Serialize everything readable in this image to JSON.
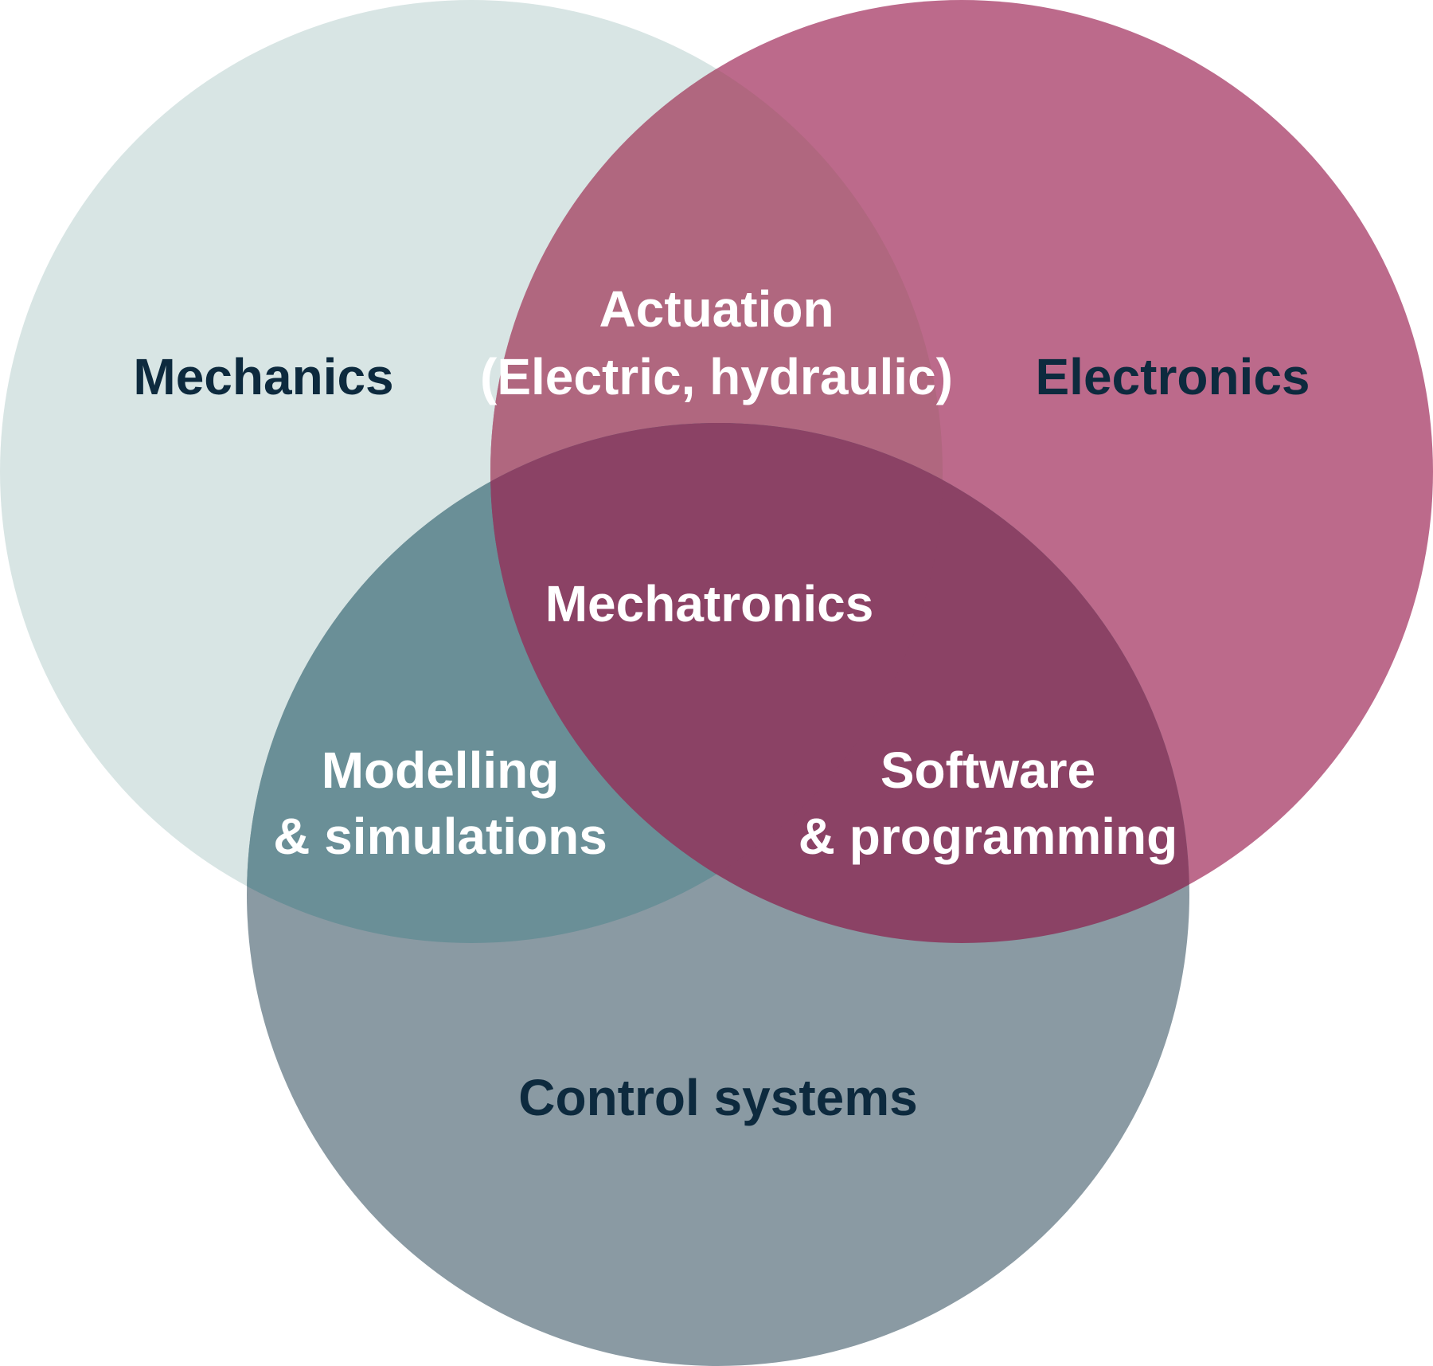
{
  "diagram": {
    "type": "venn",
    "sets": {
      "mechanics": {
        "label": "Mechanics",
        "color": "#d8e5e4"
      },
      "electronics": {
        "label": "Electronics",
        "color": "#bc6a8b"
      },
      "control": {
        "label": "Control systems",
        "color": "#8a9aa3"
      }
    },
    "intersections": {
      "mechanics_electronics": {
        "line1": "Actuation",
        "line2": "(Electric, hydraulic)",
        "color": "#b0677f"
      },
      "mechanics_control": {
        "line1": "Modelling",
        "line2": "& simulations",
        "color": "#6a8f97"
      },
      "electronics_control": {
        "line1": "Software",
        "line2": "& programming",
        "color": "#8b4265"
      },
      "all": {
        "label": "Mechatronics",
        "color": "#8b4265"
      }
    },
    "text_colors": {
      "dark": "#0d2a3e",
      "light": "#ffffff"
    }
  }
}
